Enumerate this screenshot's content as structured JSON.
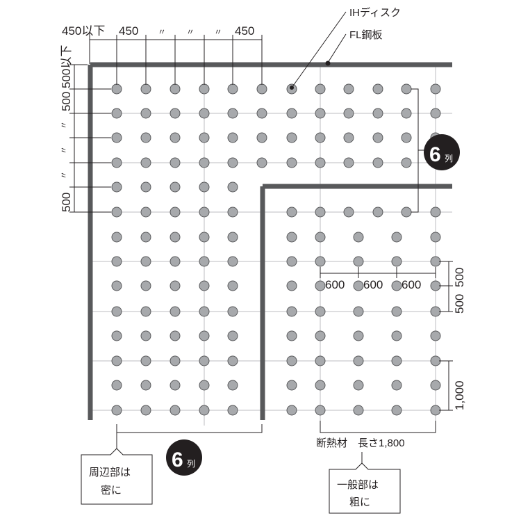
{
  "labels": {
    "ih_disk": "IHディスク",
    "fl_steel": "FL鋼板",
    "insulation_length": "断熱材　長さ1,800",
    "perimeter_note": [
      "周辺部は",
      "密に"
    ],
    "general_note": [
      "一般部は",
      "粗に"
    ]
  },
  "badges": [
    {
      "num": "6",
      "unit": "列"
    },
    {
      "num": "6",
      "unit": "列"
    }
  ],
  "dims": {
    "top": [
      "450以下",
      "450",
      "〃",
      "〃",
      "〃",
      "450"
    ],
    "left": [
      "500以下",
      "500",
      "〃",
      "〃",
      "〃",
      "500"
    ],
    "pitch_h": [
      "600",
      "600",
      "600"
    ],
    "pitch_v": [
      "500",
      "500"
    ],
    "insulation_v": "1,000"
  },
  "colors": {
    "disk_fill": "#a7a9ac",
    "disk_stroke": "#58595b",
    "steel": "#58595b",
    "grid": "#bcbec0",
    "ink": "#231f20"
  }
}
